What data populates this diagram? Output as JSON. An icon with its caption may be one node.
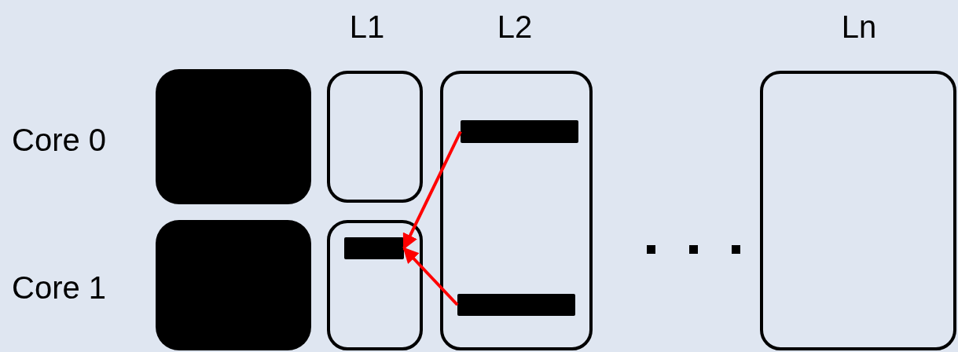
{
  "diagram": {
    "nodes": [
      {
        "text": [],
        "shape": "box"
      },
      {
        "text": [],
        "shape": "box"
      },
      {
        "text": [],
        "shape": "box"
      },
      {
        "text": [],
        "shape": "bar",
        "in": 2
      },
      {
        "text": [],
        "shape": "box"
      },
      {
        "text": [],
        "shape": "box"
      },
      {
        "text": [],
        "shape": "box"
      },
      {
        "text": [],
        "shape": "bar",
        "in": 6
      },
      {
        "text": [],
        "shape": "bar",
        "in": 2
      }
    ],
    "edges": [
      {
        "from": 3,
        "to": 7,
        "arrow": "to"
      },
      {
        "from": 8,
        "to": 7,
        "arrow": "to"
      }
    ],
    "labels": [
      "L1",
      "L2",
      "Ln",
      "Core 0",
      "Core 1"
    ]
  }
}
